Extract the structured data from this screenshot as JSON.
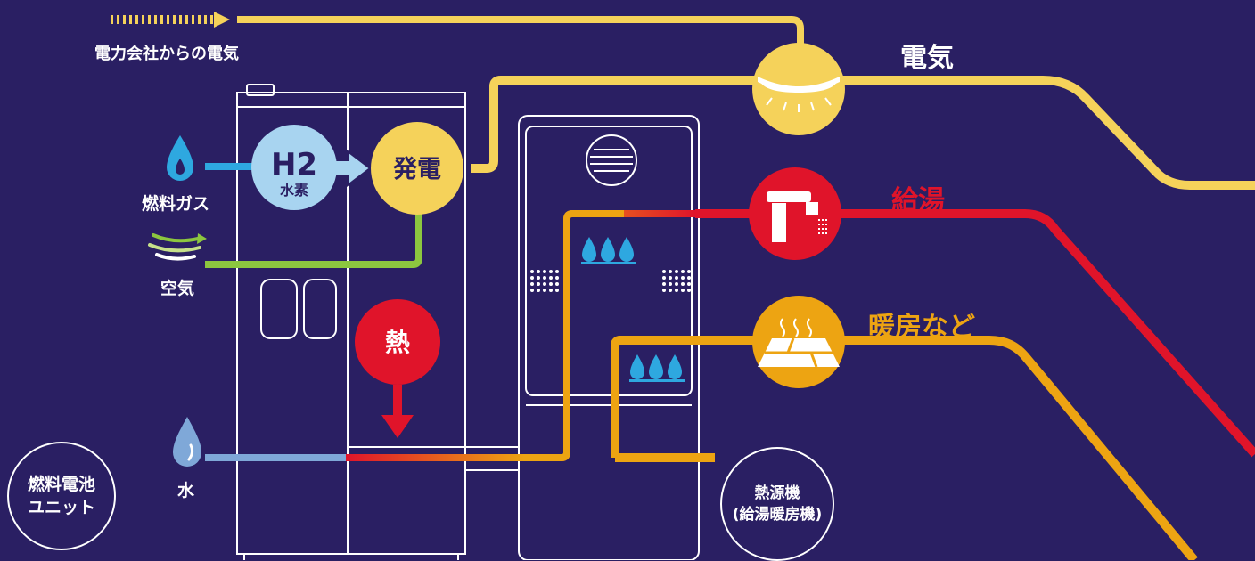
{
  "grid_electricity": {
    "label": "電力会社からの電気"
  },
  "inputs": {
    "fuel_gas": "燃料ガス",
    "air": "空気",
    "water": "水"
  },
  "fuel_cell": {
    "h2_symbol": "H2",
    "h2_label": "水素",
    "generation": "発電",
    "heat": "熱",
    "unit_line1": "燃料電池",
    "unit_line2": "ユニット"
  },
  "heat_source": {
    "line1": "熱源機",
    "line2": "(給湯暖房機)"
  },
  "outputs": {
    "electricity": "電気",
    "hot_water": "給湯",
    "heating": "暖房など"
  },
  "colors": {
    "background": "#2a1f63",
    "electricity": "#f5d25a",
    "hot_water": "#e0142a",
    "heating": "#eda412",
    "gas": "#2ea8e0",
    "air": "#8cc63f",
    "water": "#7fa8d8",
    "hydrogen": "#a8d4f0"
  }
}
